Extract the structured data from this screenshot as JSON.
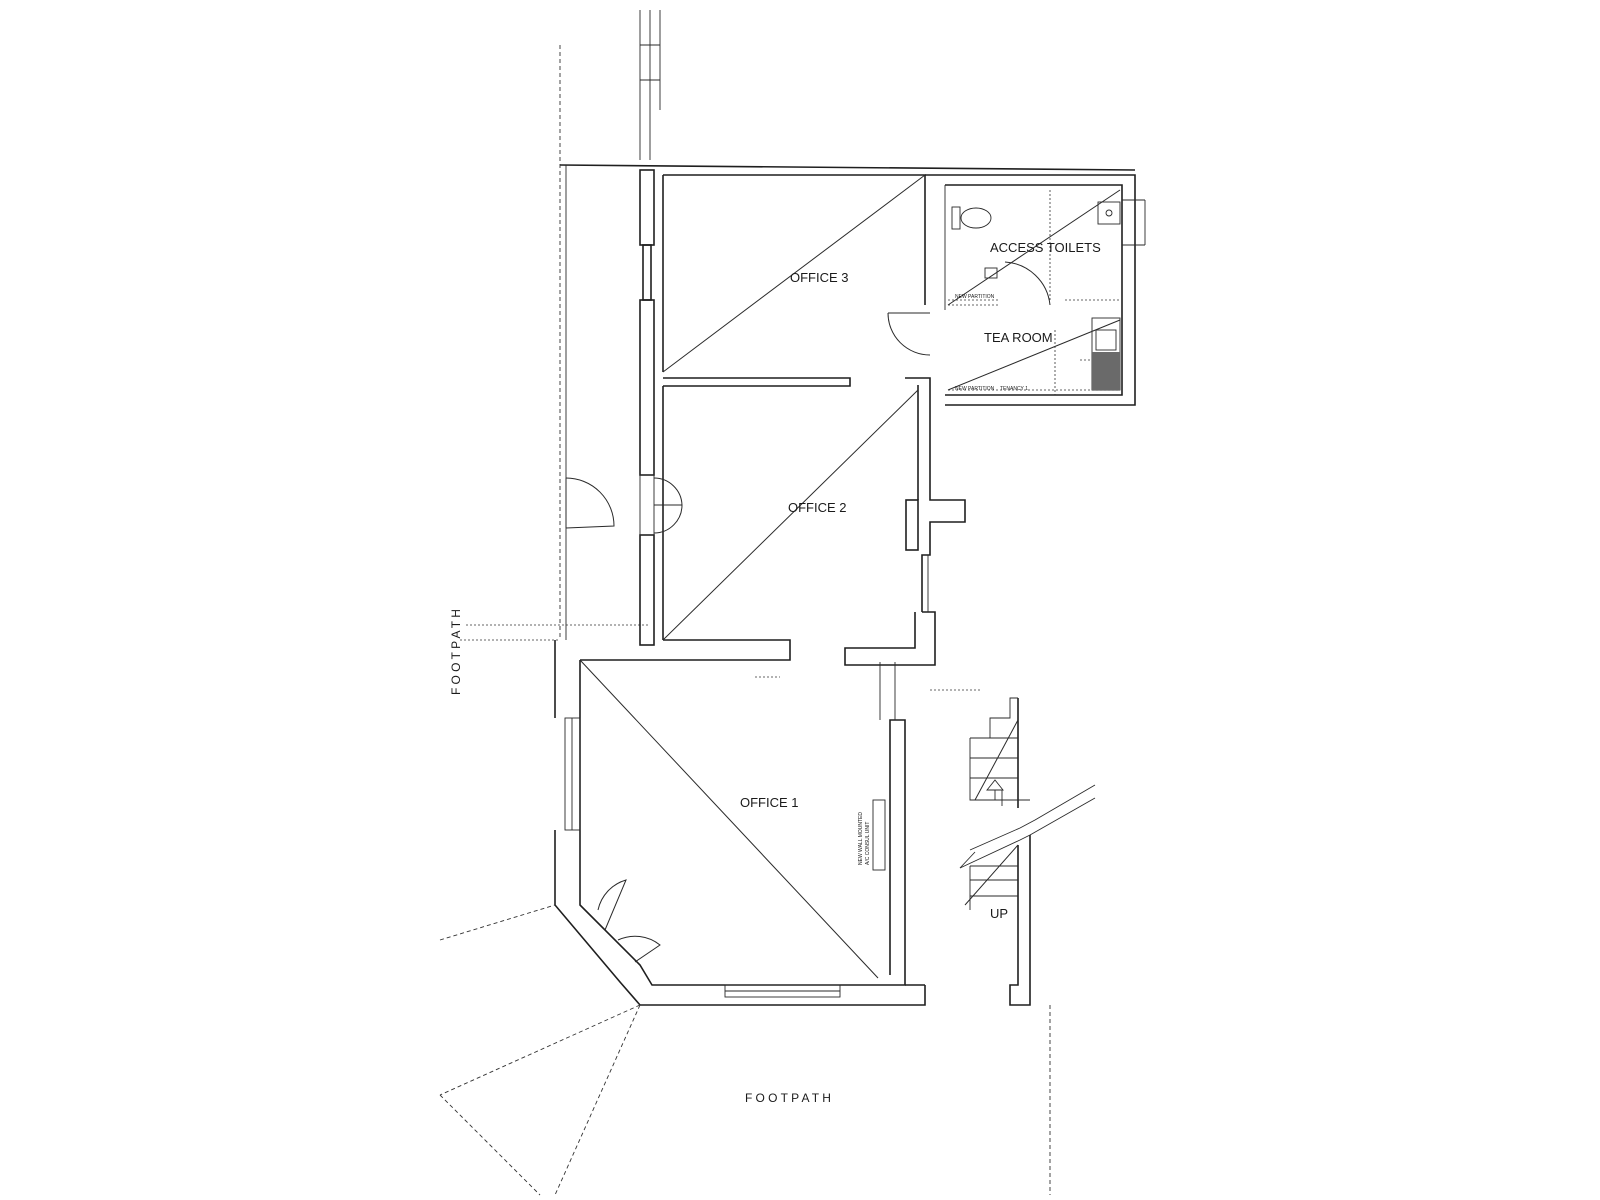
{
  "rooms": {
    "office_3": "OFFICE 3",
    "office_2": "OFFICE 2",
    "office_1": "OFFICE 1",
    "access_toilets": "ACCESS TOILETS",
    "tea_room": "TEA ROOM"
  },
  "annotations": {
    "new_partition_upper": "NEW PARTITION",
    "new_partition_lower": "NEW PARTITION",
    "tenancy": "TENANCY 1",
    "ac_unit_line1": "NEW WALL MOUNTED",
    "ac_unit_line2": "A/C CONSUL UNIT",
    "stairs_up": "UP"
  },
  "footpath": {
    "left": "FOOTPATH",
    "bottom": "FOOTPATH"
  }
}
